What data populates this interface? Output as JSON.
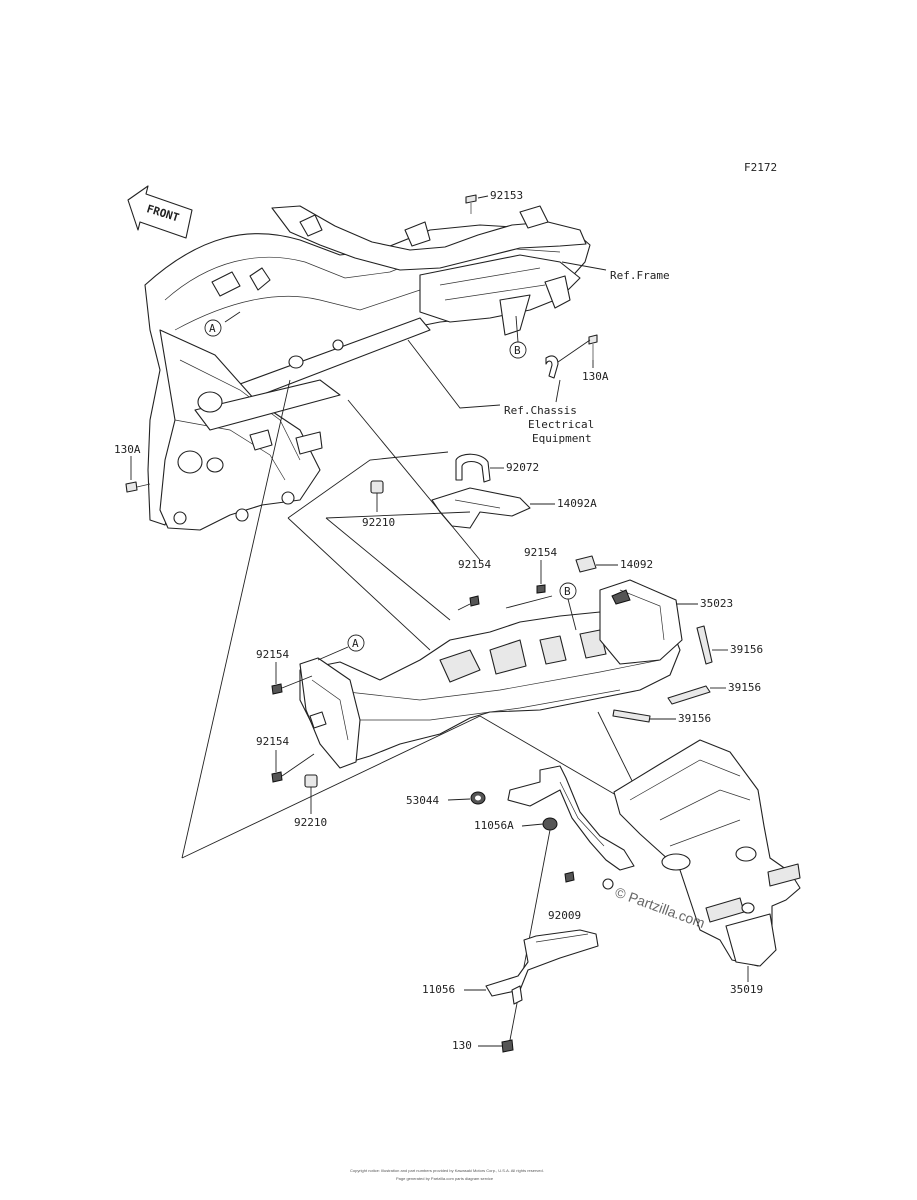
{
  "diagram_code": "F2172",
  "front_label": "FRONT",
  "ref_frame": "Ref.Frame",
  "ref_chassis": [
    "Ref.Chassis",
    "Electrical",
    "Equipment"
  ],
  "callouts": {
    "A": "A",
    "B": "B"
  },
  "parts": {
    "p92153": "92153",
    "p130A_right": "130A",
    "p130A_left": "130A",
    "p92072": "92072",
    "p14092A": "14092A",
    "p92210_top": "92210",
    "p92154_a": "92154",
    "p92154_b": "92154",
    "p14092": "14092",
    "p35023": "35023",
    "p39156_a": "39156",
    "p39156_b": "39156",
    "p39156_c": "39156",
    "p92154_c": "92154",
    "p92154_d": "92154",
    "p92210_bot": "92210",
    "p53044": "53044",
    "p11056A": "11056A",
    "p92009": "92009",
    "p35019": "35019",
    "p11056": "11056",
    "p130": "130"
  },
  "watermark": "© Partzilla.com",
  "footer": [
    "Copyright notice: Illustration and part numbers provided by Kawasaki Motors Corp., U.S.A. All rights reserved.",
    "Page generated by Partzilla.com parts diagram service"
  ]
}
